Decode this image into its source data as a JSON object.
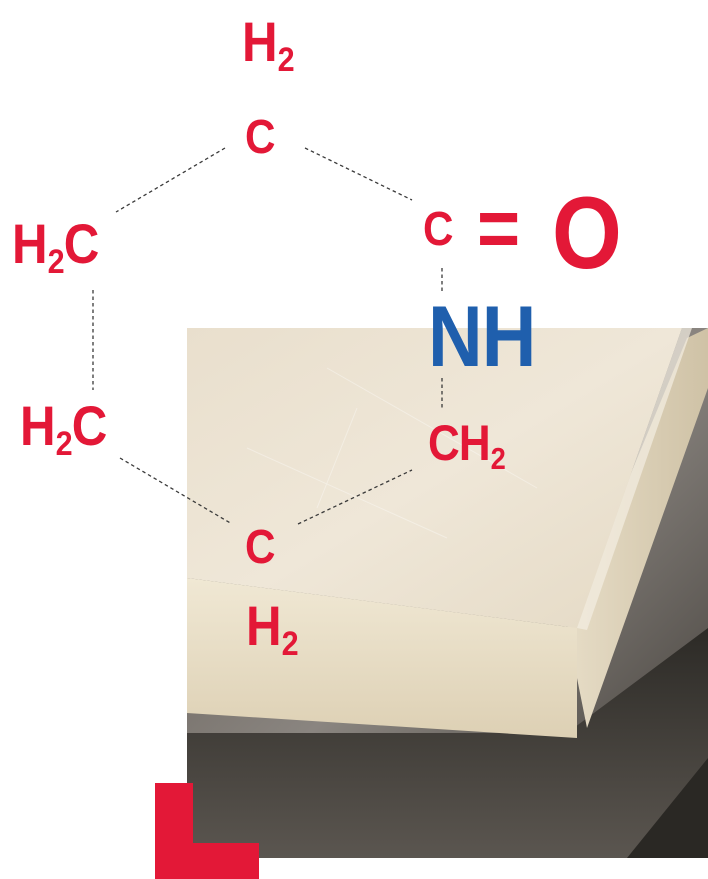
{
  "colors": {
    "accent_red": "#e31837",
    "accent_blue": "#1f5fad",
    "bond_line": "#3a3a3a",
    "block_face": "#ece2d0",
    "block_edge": "#e8dcc4",
    "background_shadow": "#4a4540"
  },
  "molecule": {
    "top": {
      "element": "C",
      "hydrogens": "H",
      "count": "2"
    },
    "left_upper": {
      "group": "H",
      "sub": "2",
      "tail": "C"
    },
    "left_lower": {
      "group": "H",
      "sub": "2",
      "tail": "C"
    },
    "bottom": {
      "element": "C",
      "hydrogens": "H",
      "count": "2"
    },
    "carbonyl": {
      "carbon": "C",
      "bond": "=",
      "oxygen": "O"
    },
    "amine": {
      "label": "NH"
    },
    "methylene": {
      "group": "CH",
      "sub": "2"
    }
  },
  "logo": {
    "name": "l-logo-mark"
  },
  "photo": {
    "subject": "nylon-block-photo"
  }
}
